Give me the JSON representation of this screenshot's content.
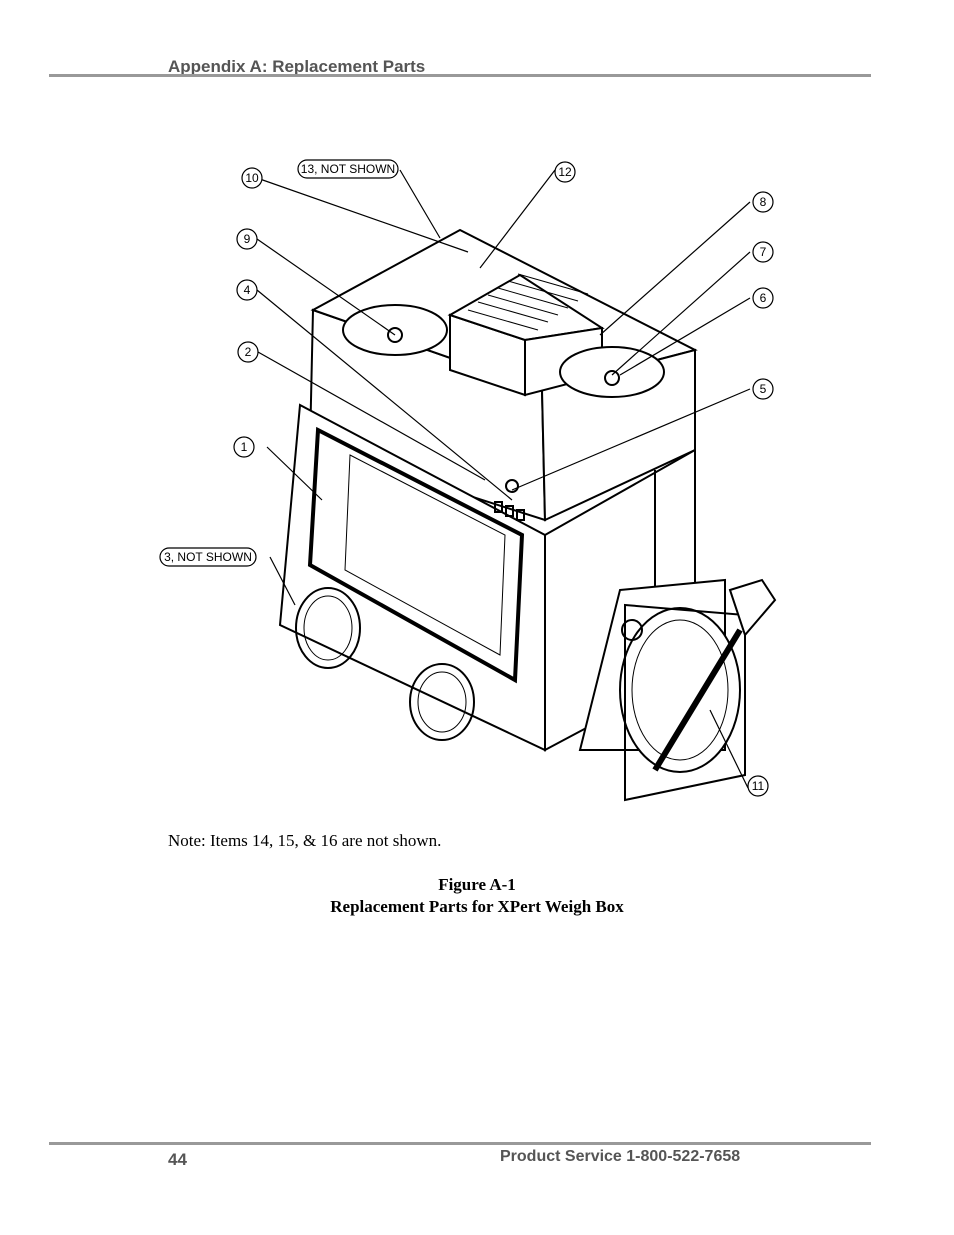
{
  "header": {
    "title": "Appendix A: Replacement Parts"
  },
  "figure": {
    "callouts": {
      "c1": "1",
      "c2": "2",
      "c3": "3, NOT SHOWN",
      "c4": "4",
      "c5": "5",
      "c6": "6",
      "c7": "7",
      "c8": "8",
      "c9": "9",
      "c10": "10",
      "c11": "11",
      "c12": "12",
      "c13": "13, NOT SHOWN"
    }
  },
  "note": "Note:  Items 14, 15, & 16 are not shown.",
  "caption": {
    "figure_number": "Figure A-1",
    "title": "Replacement Parts for XPert Weigh Box"
  },
  "footer": {
    "page_number": "44",
    "service": "Product Service 1-800-522-7658"
  }
}
